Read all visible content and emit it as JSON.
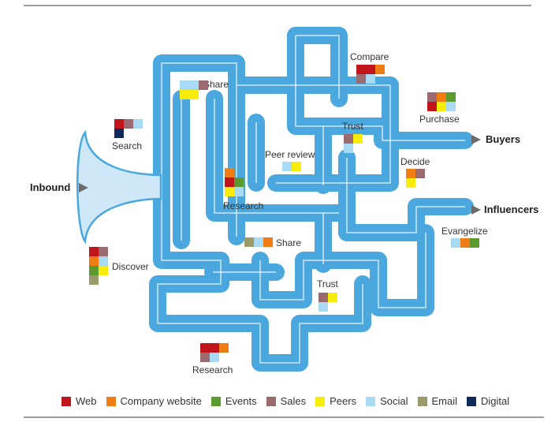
{
  "colors": {
    "pipe": "#4aa8de",
    "pipe_outline": "#ffffff",
    "horn_fill": "#cfe8f8",
    "arrow": "#6b6b6b",
    "web": "#c0161b",
    "company_website": "#ef7d14",
    "events": "#5b9a2f",
    "sales": "#9b6a6e",
    "peers": "#f7ec0a",
    "social": "#a9daf4",
    "email": "#9b9a6b",
    "digital": "#0f2a5a"
  },
  "endpoints": {
    "inbound": "Inbound",
    "buyers": "Buyers",
    "influencers": "Influencers"
  },
  "stages": [
    {
      "id": "search",
      "label": "Search",
      "squares": [
        "web",
        "sales",
        "social",
        "digital",
        null,
        null
      ]
    },
    {
      "id": "share-top",
      "label": "Share",
      "squares": [
        "social",
        "social",
        "sales",
        "peers",
        "peers",
        null
      ]
    },
    {
      "id": "compare",
      "label": "Compare",
      "squares": [
        "web",
        "web",
        "company_website",
        "sales",
        "social",
        null
      ]
    },
    {
      "id": "purchase",
      "label": "Purchase",
      "squares": [
        "sales",
        "company_website",
        "events",
        "web",
        "peers",
        "social"
      ]
    },
    {
      "id": "trust-top",
      "label": "Trust",
      "squares": [
        "sales",
        "peers",
        null,
        "social",
        null,
        null
      ]
    },
    {
      "id": "peer-review",
      "label": "Peer review",
      "squares": [
        "social",
        "peers",
        null
      ]
    },
    {
      "id": "decide",
      "label": "Decide",
      "squares": [
        "company_website",
        "sales",
        null,
        "peers",
        null,
        null
      ]
    },
    {
      "id": "research-mid",
      "label": "Research",
      "squares": [
        "company_website",
        null,
        null,
        "web",
        "events",
        null,
        "peers",
        "social",
        null
      ]
    },
    {
      "id": "share-mid",
      "label": "Share",
      "squares": [
        "email",
        "social",
        "company_website"
      ]
    },
    {
      "id": "evangelize",
      "label": "Evangelize",
      "squares": [
        "social",
        "company_website",
        "events"
      ]
    },
    {
      "id": "discover",
      "label": "Discover",
      "squares": [
        "web",
        "sales",
        null,
        "company_website",
        "social",
        null,
        "events",
        "peers",
        null,
        "email",
        null,
        null
      ]
    },
    {
      "id": "trust-bottom",
      "label": "Trust",
      "squares": [
        "sales",
        "peers",
        null,
        "social",
        null,
        null
      ]
    },
    {
      "id": "research-bottom",
      "label": "Research",
      "squares": [
        "web",
        "web",
        "company_website",
        "sales",
        "social",
        null
      ]
    }
  ],
  "legend": [
    {
      "key": "web",
      "label": "Web"
    },
    {
      "key": "company_website",
      "label": "Company website"
    },
    {
      "key": "events",
      "label": "Events"
    },
    {
      "key": "sales",
      "label": "Sales"
    },
    {
      "key": "peers",
      "label": "Peers"
    },
    {
      "key": "social",
      "label": "Social"
    },
    {
      "key": "email",
      "label": "Email"
    },
    {
      "key": "digital",
      "label": "Digital"
    }
  ]
}
